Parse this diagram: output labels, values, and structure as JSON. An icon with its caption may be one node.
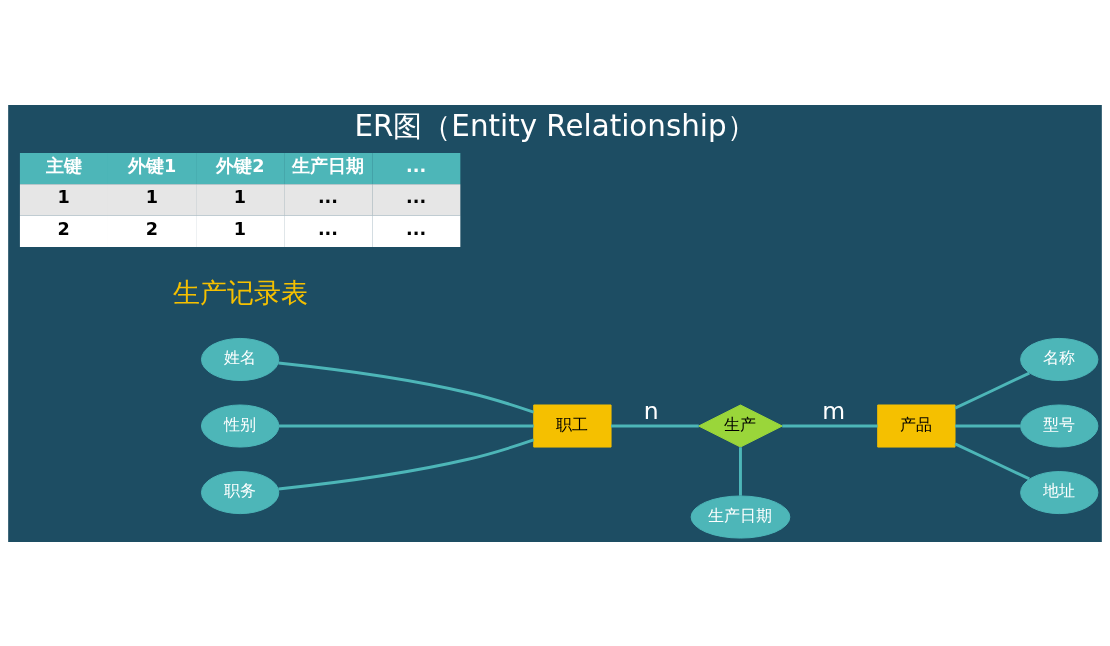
{
  "diagram": {
    "title": "ER图（Entity Relationship）",
    "nodes": [
      {
        "text": [
          "姓名"
        ]
      },
      {
        "text": [
          "性别"
        ]
      },
      {
        "text": [
          "职务"
        ]
      },
      {
        "text": [
          "职工"
        ]
      },
      {
        "text": [
          "生产"
        ]
      },
      {
        "text": [
          "生产日期"
        ]
      },
      {
        "text": [
          "产品"
        ]
      },
      {
        "text": [
          "名称"
        ]
      },
      {
        "text": [
          "型号"
        ]
      },
      {
        "text": [
          "地址"
        ]
      }
    ],
    "edges": [
      {
        "from": 0,
        "to": 3,
        "arrow": "none"
      },
      {
        "from": 1,
        "to": 3,
        "arrow": "none"
      },
      {
        "from": 2,
        "to": 3,
        "arrow": "none"
      },
      {
        "from": 3,
        "to": 4,
        "label": "n",
        "arrow": "none"
      },
      {
        "from": 4,
        "to": 6,
        "label": "m",
        "arrow": "none"
      },
      {
        "from": 4,
        "to": 5,
        "arrow": "none"
      },
      {
        "from": 6,
        "to": 7,
        "arrow": "none"
      },
      {
        "from": 6,
        "to": 8,
        "arrow": "none"
      },
      {
        "from": 6,
        "to": 9,
        "arrow": "none"
      }
    ],
    "labels": [
      "生产记录表",
      "主键",
      "外键1",
      "外键2",
      "生产日期",
      "...",
      "1",
      "1",
      "1",
      "...",
      "...",
      "2",
      "2",
      "1",
      "...",
      "..."
    ]
  }
}
